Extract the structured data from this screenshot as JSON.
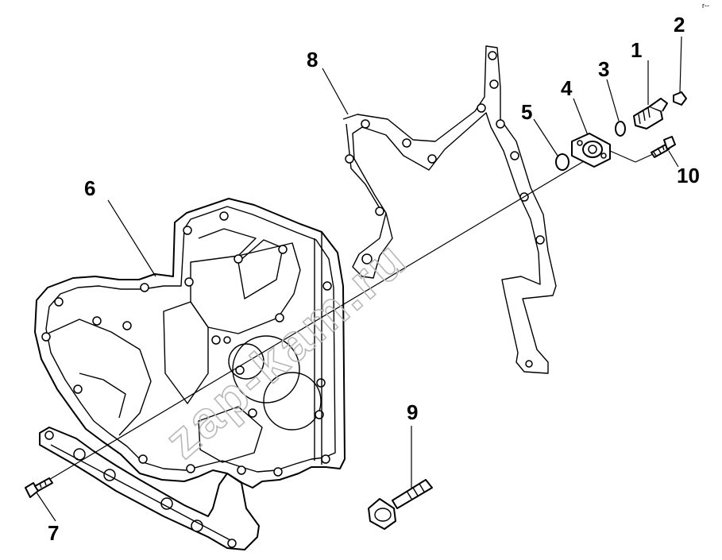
{
  "diagram": {
    "callouts": [
      "1",
      "2",
      "3",
      "4",
      "5",
      "6",
      "7",
      "8",
      "9",
      "10"
    ],
    "watermark": "zap-kam.ru",
    "corner_mark": "r--"
  }
}
